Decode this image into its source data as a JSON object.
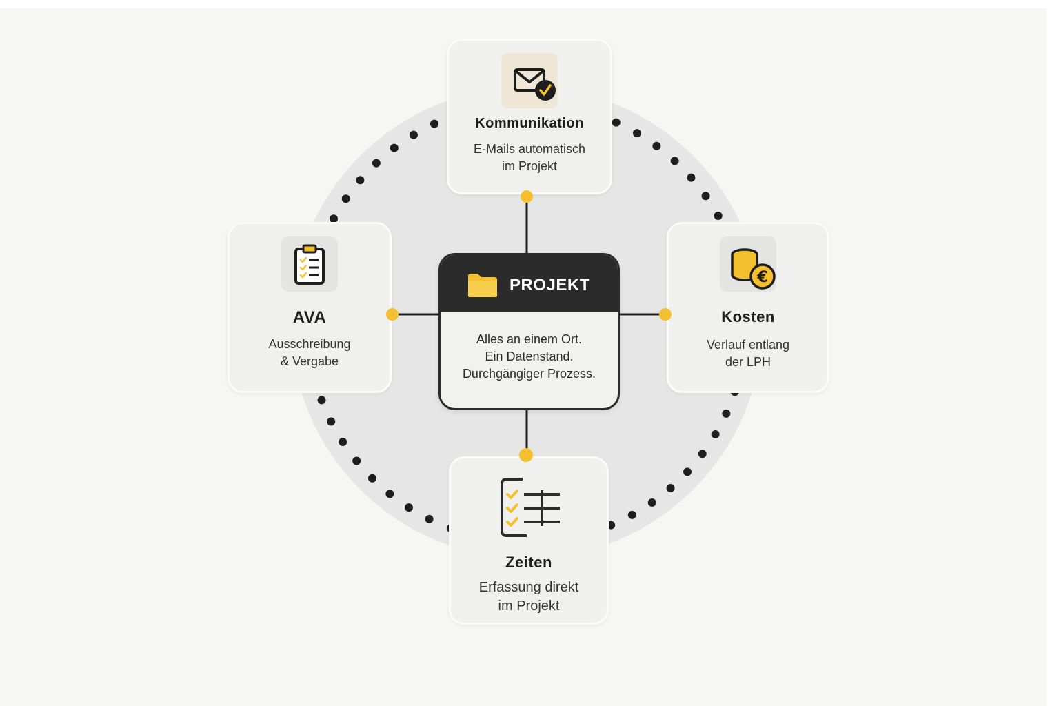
{
  "center": {
    "title": "PROJEKT",
    "lines": [
      "Alles an einem Ort.",
      "Ein Datenstand.",
      "Durchgängiger Prozess."
    ]
  },
  "modules": {
    "kommunikation": {
      "title": "Kommunikation",
      "lines": [
        "E-Mails automatisch",
        "im Projekt"
      ],
      "icon": "mail-check-icon"
    },
    "ava": {
      "title": "AVA",
      "lines": [
        "Ausschreibung",
        "& Vergabe"
      ],
      "icon": "clipboard-checklist-icon"
    },
    "kosten": {
      "title": "Kosten",
      "lines": [
        "Verlauf entlang",
        "der LPH"
      ],
      "icon": "coins-euro-icon"
    },
    "zeiten": {
      "title": "Zeiten",
      "lines": [
        "Erfassung direkt",
        "im Projekt"
      ],
      "icon": "time-checklist-icon"
    }
  },
  "colors": {
    "background": "#f6f6f5",
    "circle": "#e6e6e6",
    "accent": "#f5c02f",
    "dark": "#2b2b2b",
    "card": "#f0f0ef"
  }
}
